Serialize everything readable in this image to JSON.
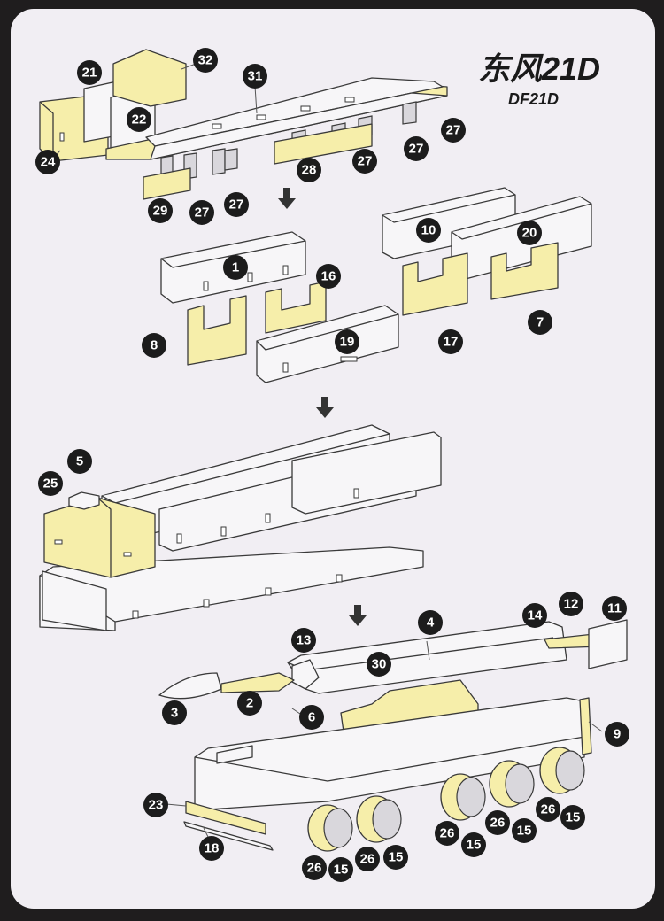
{
  "title": {
    "main": "东风21D",
    "sub": "DF21D"
  },
  "part_labels": {
    "p1": "1",
    "p2": "2",
    "p3": "3",
    "p4": "4",
    "p5": "5",
    "p6": "6",
    "p7": "7",
    "p8": "8",
    "p9": "9",
    "p10": "10",
    "p11": "11",
    "p12": "12",
    "p13": "13",
    "p14": "14",
    "p15": "15",
    "p16": "16",
    "p17": "17",
    "p18": "18",
    "p19": "19",
    "p20": "20",
    "p21": "21",
    "p22": "22",
    "p23": "23",
    "p24": "24",
    "p25": "25",
    "p26": "26",
    "p27": "27",
    "p28": "28",
    "p29": "29",
    "p30": "30",
    "p31": "31",
    "p32": "32"
  }
}
